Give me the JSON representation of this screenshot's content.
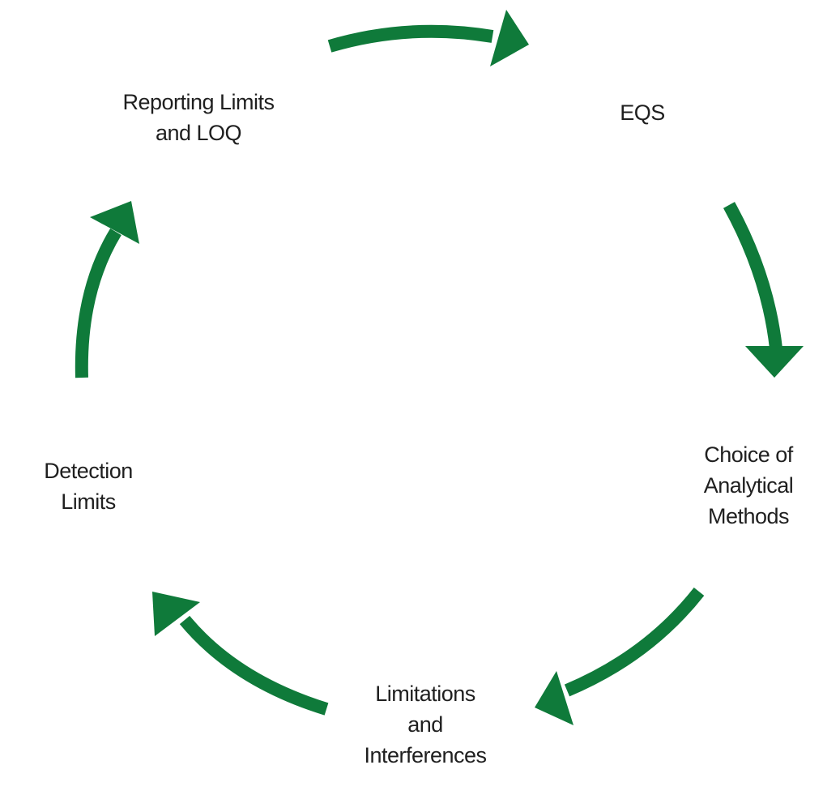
{
  "diagram": {
    "type": "cycle",
    "arrow_color": "#0f7a3a",
    "text_color": "#1f1f1f",
    "nodes": [
      {
        "id": "eqs",
        "lines": [
          "EQS"
        ]
      },
      {
        "id": "choice-of-analytical-methods",
        "lines": [
          "Choice of",
          "Analytical",
          "Methods"
        ]
      },
      {
        "id": "limitations-and-interferences",
        "lines": [
          "Limitations",
          "and",
          "Interferences"
        ]
      },
      {
        "id": "detection-limits",
        "lines": [
          "Detection",
          "Limits"
        ]
      },
      {
        "id": "reporting-limits-and-loq",
        "lines": [
          "Reporting Limits",
          "and LOQ"
        ]
      }
    ],
    "edges": [
      {
        "from": "reporting-limits-and-loq",
        "to": "eqs"
      },
      {
        "from": "eqs",
        "to": "choice-of-analytical-methods"
      },
      {
        "from": "choice-of-analytical-methods",
        "to": "limitations-and-interferences"
      },
      {
        "from": "limitations-and-interferences",
        "to": "detection-limits"
      },
      {
        "from": "detection-limits",
        "to": "reporting-limits-and-loq"
      }
    ]
  }
}
